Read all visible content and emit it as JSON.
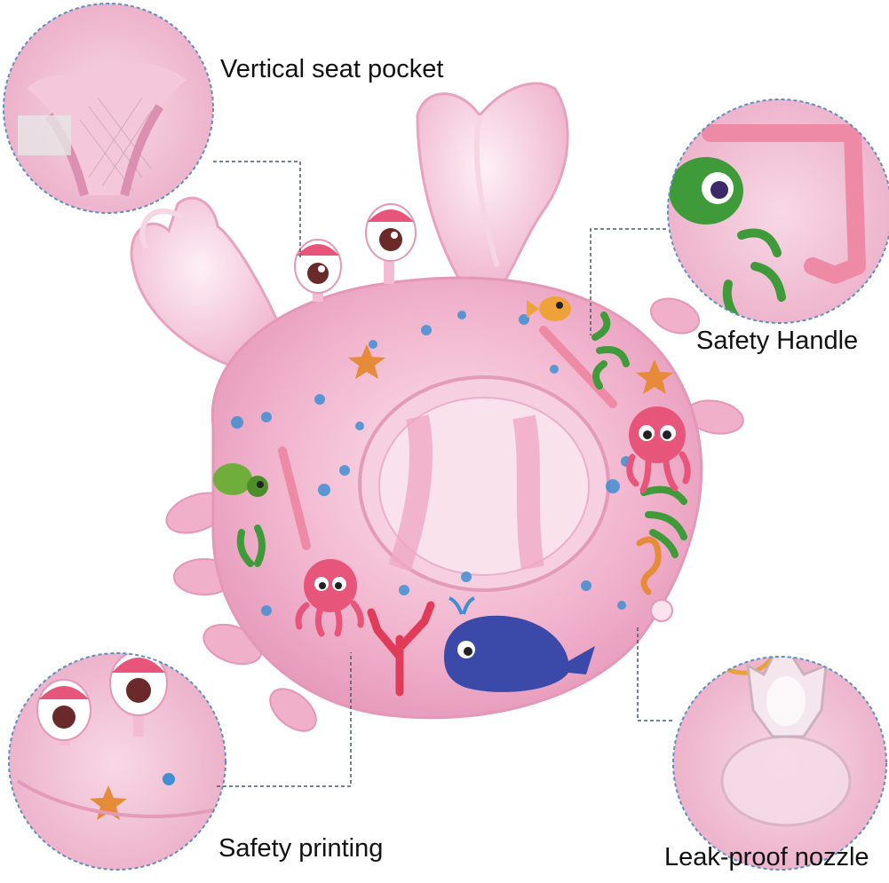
{
  "callouts": {
    "seat_pocket": "Vertical seat pocket",
    "safety_handle": "Safety Handle",
    "safety_printing": "Safety printing",
    "leak_proof_nozzle": "Leak-proof nozzle"
  },
  "colors": {
    "float_pink": "#f2b6cf",
    "float_dark_pink": "#e597b8",
    "handle_pink": "#ef8aa6",
    "seaweed_green": "#3f9a3a",
    "whale_blue": "#3b4aa8",
    "octopus_pink": "#e8557a",
    "starfish_orange": "#e58b3a",
    "bubble_blue": "#3f8fd2",
    "callout_line": "#4a5a6a",
    "circle_border": "#5f8fbf"
  },
  "icons": [
    "crab-float",
    "seaweed",
    "whale",
    "octopus",
    "starfish",
    "fish",
    "seahorse",
    "coral",
    "bubbles",
    "valve-nozzle"
  ]
}
